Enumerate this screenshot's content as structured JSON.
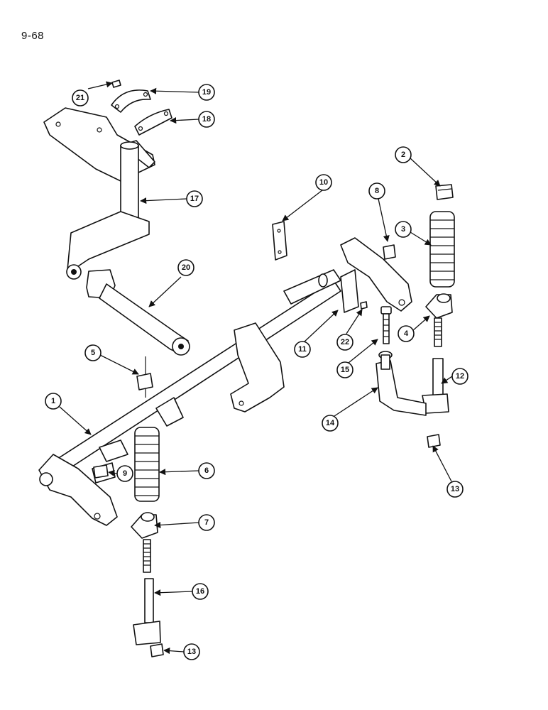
{
  "page_number": "9-68",
  "callouts": [
    "1",
    "2",
    "3",
    "4",
    "5",
    "6",
    "7",
    "8",
    "9",
    "10",
    "11",
    "12",
    "13",
    "13",
    "14",
    "15",
    "16",
    "17",
    "18",
    "19",
    "20",
    "21",
    "22"
  ]
}
